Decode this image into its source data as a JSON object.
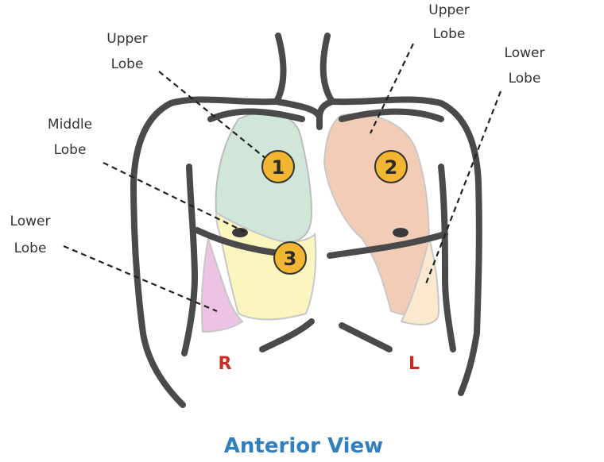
{
  "labels": {
    "right_upper": [
      "Upper",
      "Lobe"
    ],
    "right_middle": [
      "Middle",
      "Lobe"
    ],
    "right_lower": [
      "Lower",
      "Lobe"
    ],
    "left_upper": [
      "Upper",
      "Lobe"
    ],
    "left_lower": [
      "Lower",
      "Lobe"
    ]
  },
  "markers": {
    "m1": "1",
    "m2": "2",
    "m3": "3"
  },
  "sides": {
    "right": "R",
    "left": "L"
  },
  "caption": "Anterior View",
  "colors": {
    "right_upper_lobe": "#cfe6d8",
    "right_middle_lobe": "#fbf6c0",
    "right_lower_lobe": "#ecc3e2",
    "left_upper_lobe": "#f3ccb8",
    "left_lower_lobe": "#fbe9cf",
    "marker_fill": "#f2b632",
    "side_letter": "#cc2a22",
    "caption": "#2f7fc1",
    "outline": "#4a4a4a"
  }
}
